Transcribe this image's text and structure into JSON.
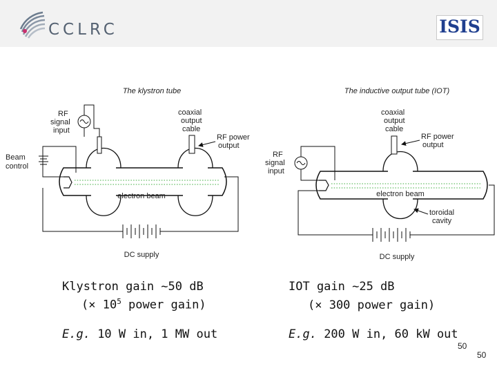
{
  "header": {
    "logo_text": "CCLRC",
    "badge_text": "ISIS"
  },
  "klystron": {
    "title": "The klystron tube",
    "rf_signal_input": [
      "RF",
      "signal",
      "input"
    ],
    "coaxial_output_cable": [
      "coaxial",
      "output",
      "cable"
    ],
    "rf_power_output": [
      "RF power",
      "output"
    ],
    "beam_control": [
      "Beam",
      "control"
    ],
    "electron_beam": "electron beam",
    "dc_supply": "DC supply"
  },
  "iot": {
    "title": "The inductive output tube (IOT)",
    "rf_signal_input": [
      "RF",
      "signal",
      "input"
    ],
    "coaxial_output_cable": [
      "coaxial",
      "output",
      "cable"
    ],
    "rf_power_output": [
      "RF power",
      "output"
    ],
    "electron_beam": "electron beam",
    "toroidal_cavity": [
      "toroidal",
      "cavity"
    ],
    "dc_supply": "DC supply"
  },
  "captions": {
    "klystron_gain": "Klystron gain ~50 dB",
    "klystron_power_prefix": "(× 10",
    "klystron_power_exp": "5",
    "klystron_power_suffix": " power gain)",
    "klystron_example_prefix": "E.g.",
    "klystron_example": " 10 W in, 1 MW out",
    "iot_gain": "IOT gain ~25 dB",
    "iot_power": "(× 300 power gain)",
    "iot_example_prefix": "E.g.",
    "iot_example": " 200 W in, 60 kW out"
  },
  "page_numbers": {
    "inner": "50",
    "outer": "50"
  }
}
